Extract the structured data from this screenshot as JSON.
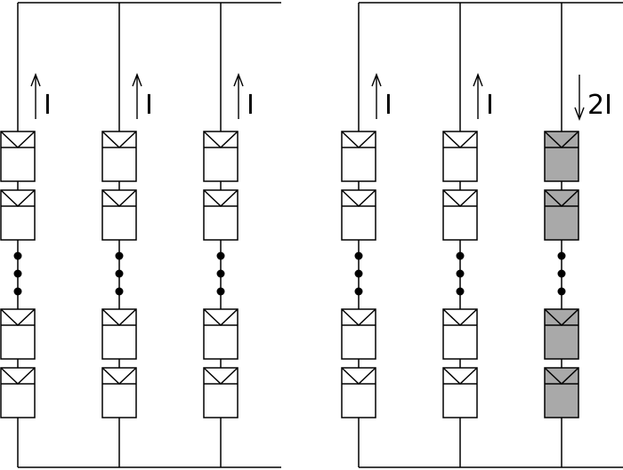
{
  "colors": {
    "line": "#000000",
    "panel_normal": "#ffffff",
    "panel_faulty": "#a9a9a9",
    "background": "#ffffff"
  },
  "arrays": [
    {
      "strings": [
        {
          "current_label": "I",
          "direction": "up",
          "faulty": false
        },
        {
          "current_label": "I",
          "direction": "up",
          "faulty": false
        },
        {
          "current_label": "I",
          "direction": "up",
          "faulty": false
        }
      ]
    },
    {
      "strings": [
        {
          "current_label": "I",
          "direction": "up",
          "faulty": false
        },
        {
          "current_label": "I",
          "direction": "up",
          "faulty": false
        },
        {
          "current_label": "2I",
          "direction": "down",
          "faulty": true
        }
      ]
    }
  ]
}
